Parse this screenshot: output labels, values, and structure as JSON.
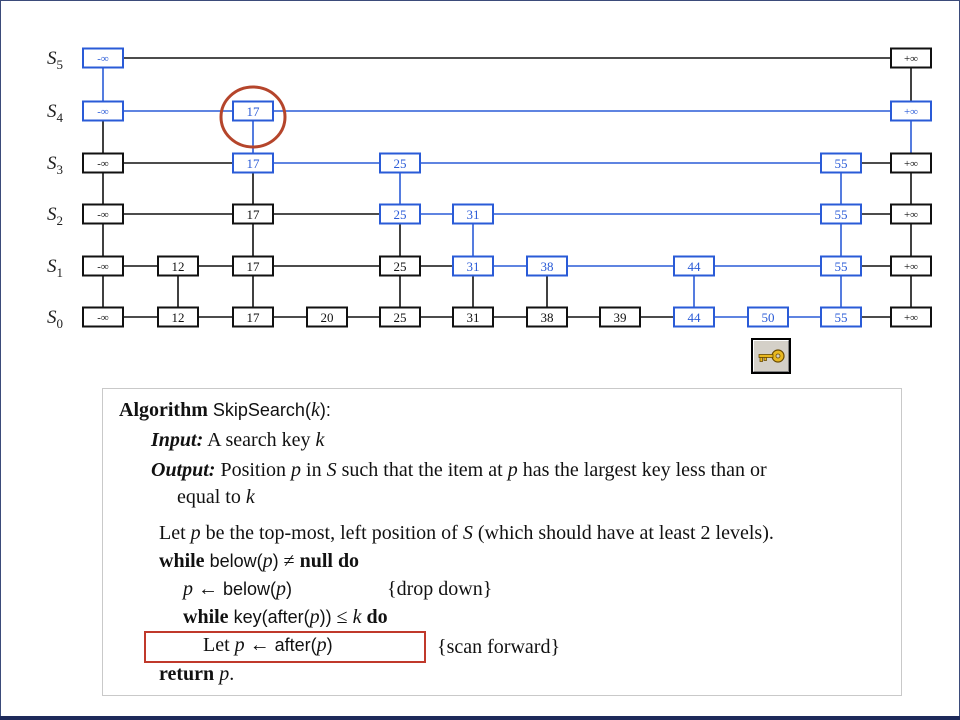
{
  "skiplist": {
    "level_labels": [
      {
        "base": "S",
        "sub": "5"
      },
      {
        "base": "S",
        "sub": "4"
      },
      {
        "base": "S",
        "sub": "3"
      },
      {
        "base": "S",
        "sub": "2"
      },
      {
        "base": "S",
        "sub": "1"
      },
      {
        "base": "S",
        "sub": "0"
      }
    ],
    "levels": [
      {
        "name": "S5",
        "keys": [
          "-∞",
          "+∞"
        ]
      },
      {
        "name": "S4",
        "keys": [
          "-∞",
          "17",
          "+∞"
        ]
      },
      {
        "name": "S3",
        "keys": [
          "-∞",
          "17",
          "25",
          "55",
          "+∞"
        ]
      },
      {
        "name": "S2",
        "keys": [
          "-∞",
          "17",
          "25",
          "31",
          "55",
          "+∞"
        ]
      },
      {
        "name": "S1",
        "keys": [
          "-∞",
          "12",
          "17",
          "25",
          "31",
          "38",
          "44",
          "55",
          "+∞"
        ]
      },
      {
        "name": "S0",
        "keys": [
          "-∞",
          "12",
          "17",
          "20",
          "25",
          "31",
          "38",
          "39",
          "44",
          "50",
          "55",
          "+∞"
        ]
      }
    ],
    "search_key": "50",
    "circled_key": "17",
    "colors": {
      "path": "#2a5bd7",
      "normal": "#111111",
      "circle": "#b5452b",
      "highlight": "#c0392b"
    }
  },
  "key_button": {
    "icon": "key-icon"
  },
  "algorithm": {
    "l1_kw": "Algorithm",
    "l1_name": "SkipSearch(",
    "l1_arg": "k",
    "l1_end": "):",
    "in_kw": "Input:",
    "in_text": "A search key ",
    "in_k": "k",
    "out_kw": "Output:",
    "out_a": "Position ",
    "out_p1": "p",
    "out_b": " in ",
    "out_s": "S",
    "out_c": " such that the item at ",
    "out_p2": "p",
    "out_d": " has the largest key less than or",
    "out2_a": "equal to ",
    "out2_k": "k",
    "let_a": "Let ",
    "let_p": "p",
    "let_b": " be the top-most, left position of ",
    "let_s": "S",
    "let_c": " (which should have at least 2 levels).",
    "w1_kw": "while",
    "w1_fn": "below(",
    "w1_p": "p",
    "w1_end": ")",
    "w1_ne": " ≠ ",
    "w1_null": "null",
    "w1_do": "do",
    "s1_p": "p",
    "s1_arrow": " ← ",
    "s1_fn": "below(",
    "s1_p2": "p",
    "s1_end": ")",
    "s1_comment": "{drop down}",
    "w2_kw": "while",
    "w2_fn": "key(after(",
    "w2_p": "p",
    "w2_end": "))",
    "w2_le": " ≤ ",
    "w2_k": "k",
    "w2_do": "do",
    "s2_let": "Let ",
    "s2_p": "p",
    "s2_arrow": " ← ",
    "s2_fn": "after(",
    "s2_p2": "p",
    "s2_end": ")",
    "s2_comment": "{scan forward}",
    "ret_kw": "return",
    "ret_p": "p",
    "ret_end": "."
  }
}
